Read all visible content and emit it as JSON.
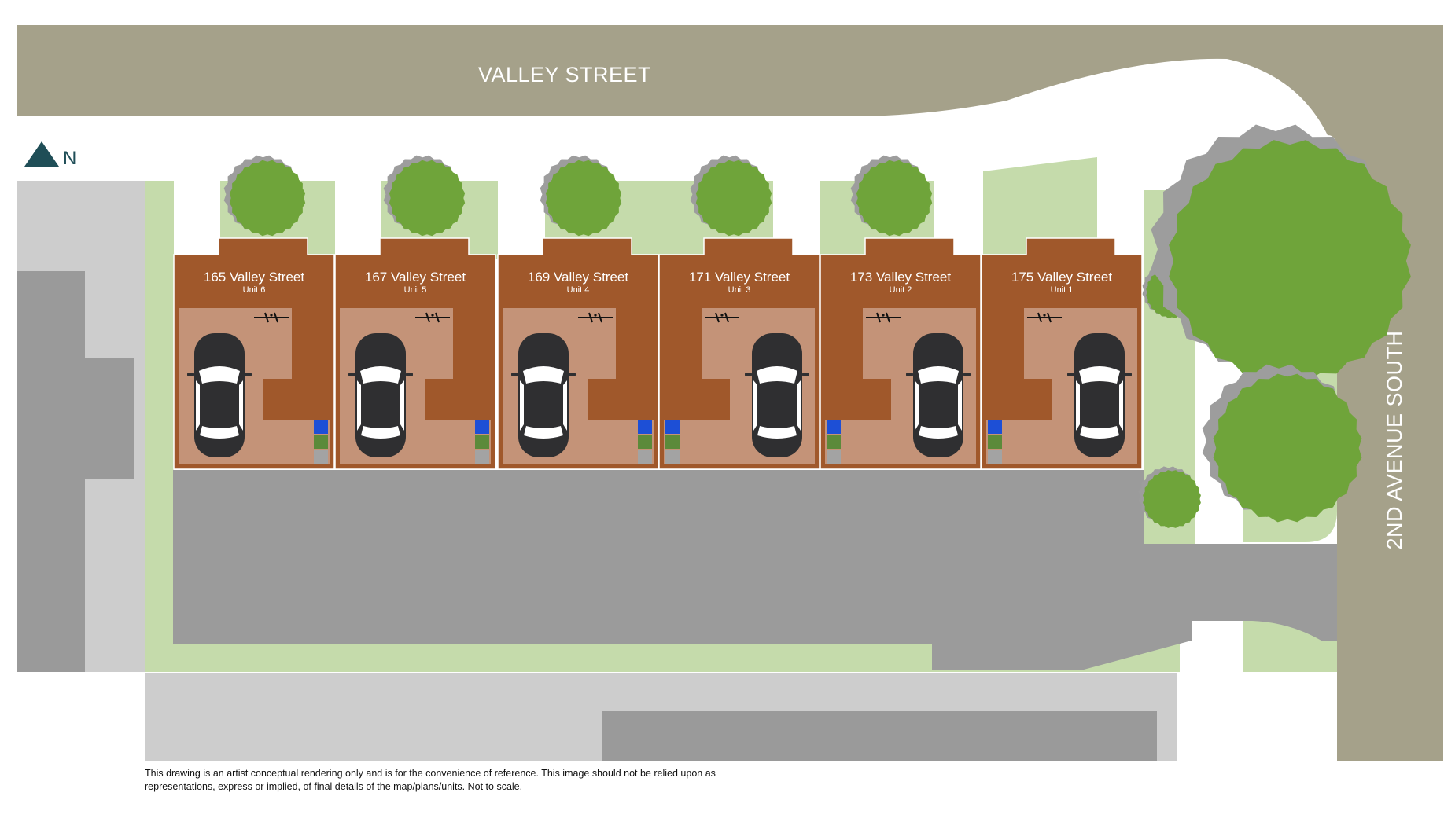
{
  "streets": {
    "north": "VALLEY STREET",
    "east": "2ND AVENUE SOUTH"
  },
  "compass": {
    "label": "N",
    "icon": "north-arrow-icon"
  },
  "units": [
    {
      "address": "165 Valley Street",
      "unit": "Unit 6"
    },
    {
      "address": "167 Valley Street",
      "unit": "Unit 5"
    },
    {
      "address": "169 Valley Street",
      "unit": "Unit 4"
    },
    {
      "address": "171 Valley Street",
      "unit": "Unit 3"
    },
    {
      "address": "173 Valley Street",
      "unit": "Unit 2"
    },
    {
      "address": "175 Valley Street",
      "unit": "Unit 1"
    }
  ],
  "disclaimer": "This drawing is an artist conceptual rendering only and is for the convenience of reference. This image should not be relied upon as representations, express or implied, of final details of the map/plans/units. Not to scale.",
  "colors": {
    "street": "#a5a18a",
    "lawn": "#c5dbab",
    "paving": "#9b9b9b",
    "neighbor_light": "#cdcdcd",
    "neighbor_dark": "#9a9a9a",
    "roof": "#a0582b",
    "patio": "#c49378",
    "tree": "#6fa43a",
    "tree_shadow": "#9d9d9d",
    "compass": "#1f4e57",
    "bin_recycle": "#1d4fd6",
    "bin_garden": "#5c8a3a",
    "bin_trash": "#a3a3a3"
  }
}
